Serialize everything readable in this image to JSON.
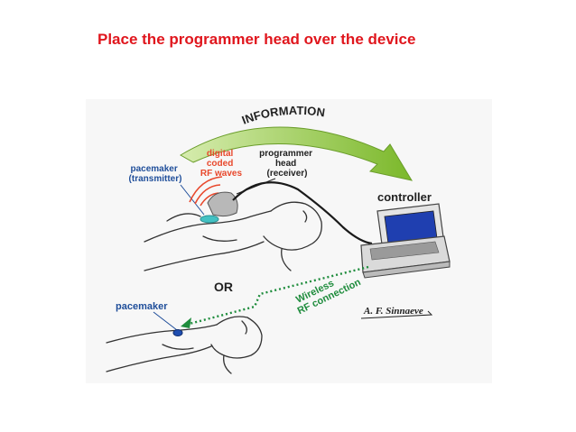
{
  "slide": {
    "title": "Place the programmer head over the device",
    "title_color": "#e0161d"
  },
  "diagram": {
    "arrow_label": "INFORMATION",
    "rf_label": [
      "digital",
      "coded",
      "RF waves"
    ],
    "programmer_label": [
      "programmer",
      "head",
      "(receiver)"
    ],
    "pacemaker_transmitter_label": [
      "pacemaker",
      "(transmitter)"
    ],
    "controller_label": "controller",
    "or_label": "OR",
    "pacemaker_label": "pacemaker",
    "wireless_label": [
      "Wireless",
      "RF connection"
    ],
    "signature": "A. F. Sinnaeve",
    "colors": {
      "arrow_green": "#8cc63f",
      "rf_red": "#e8482c",
      "label_blue": "#1f4e9a",
      "wireless_green": "#1e8c3c",
      "screen_blue": "#1f3fb0"
    }
  }
}
